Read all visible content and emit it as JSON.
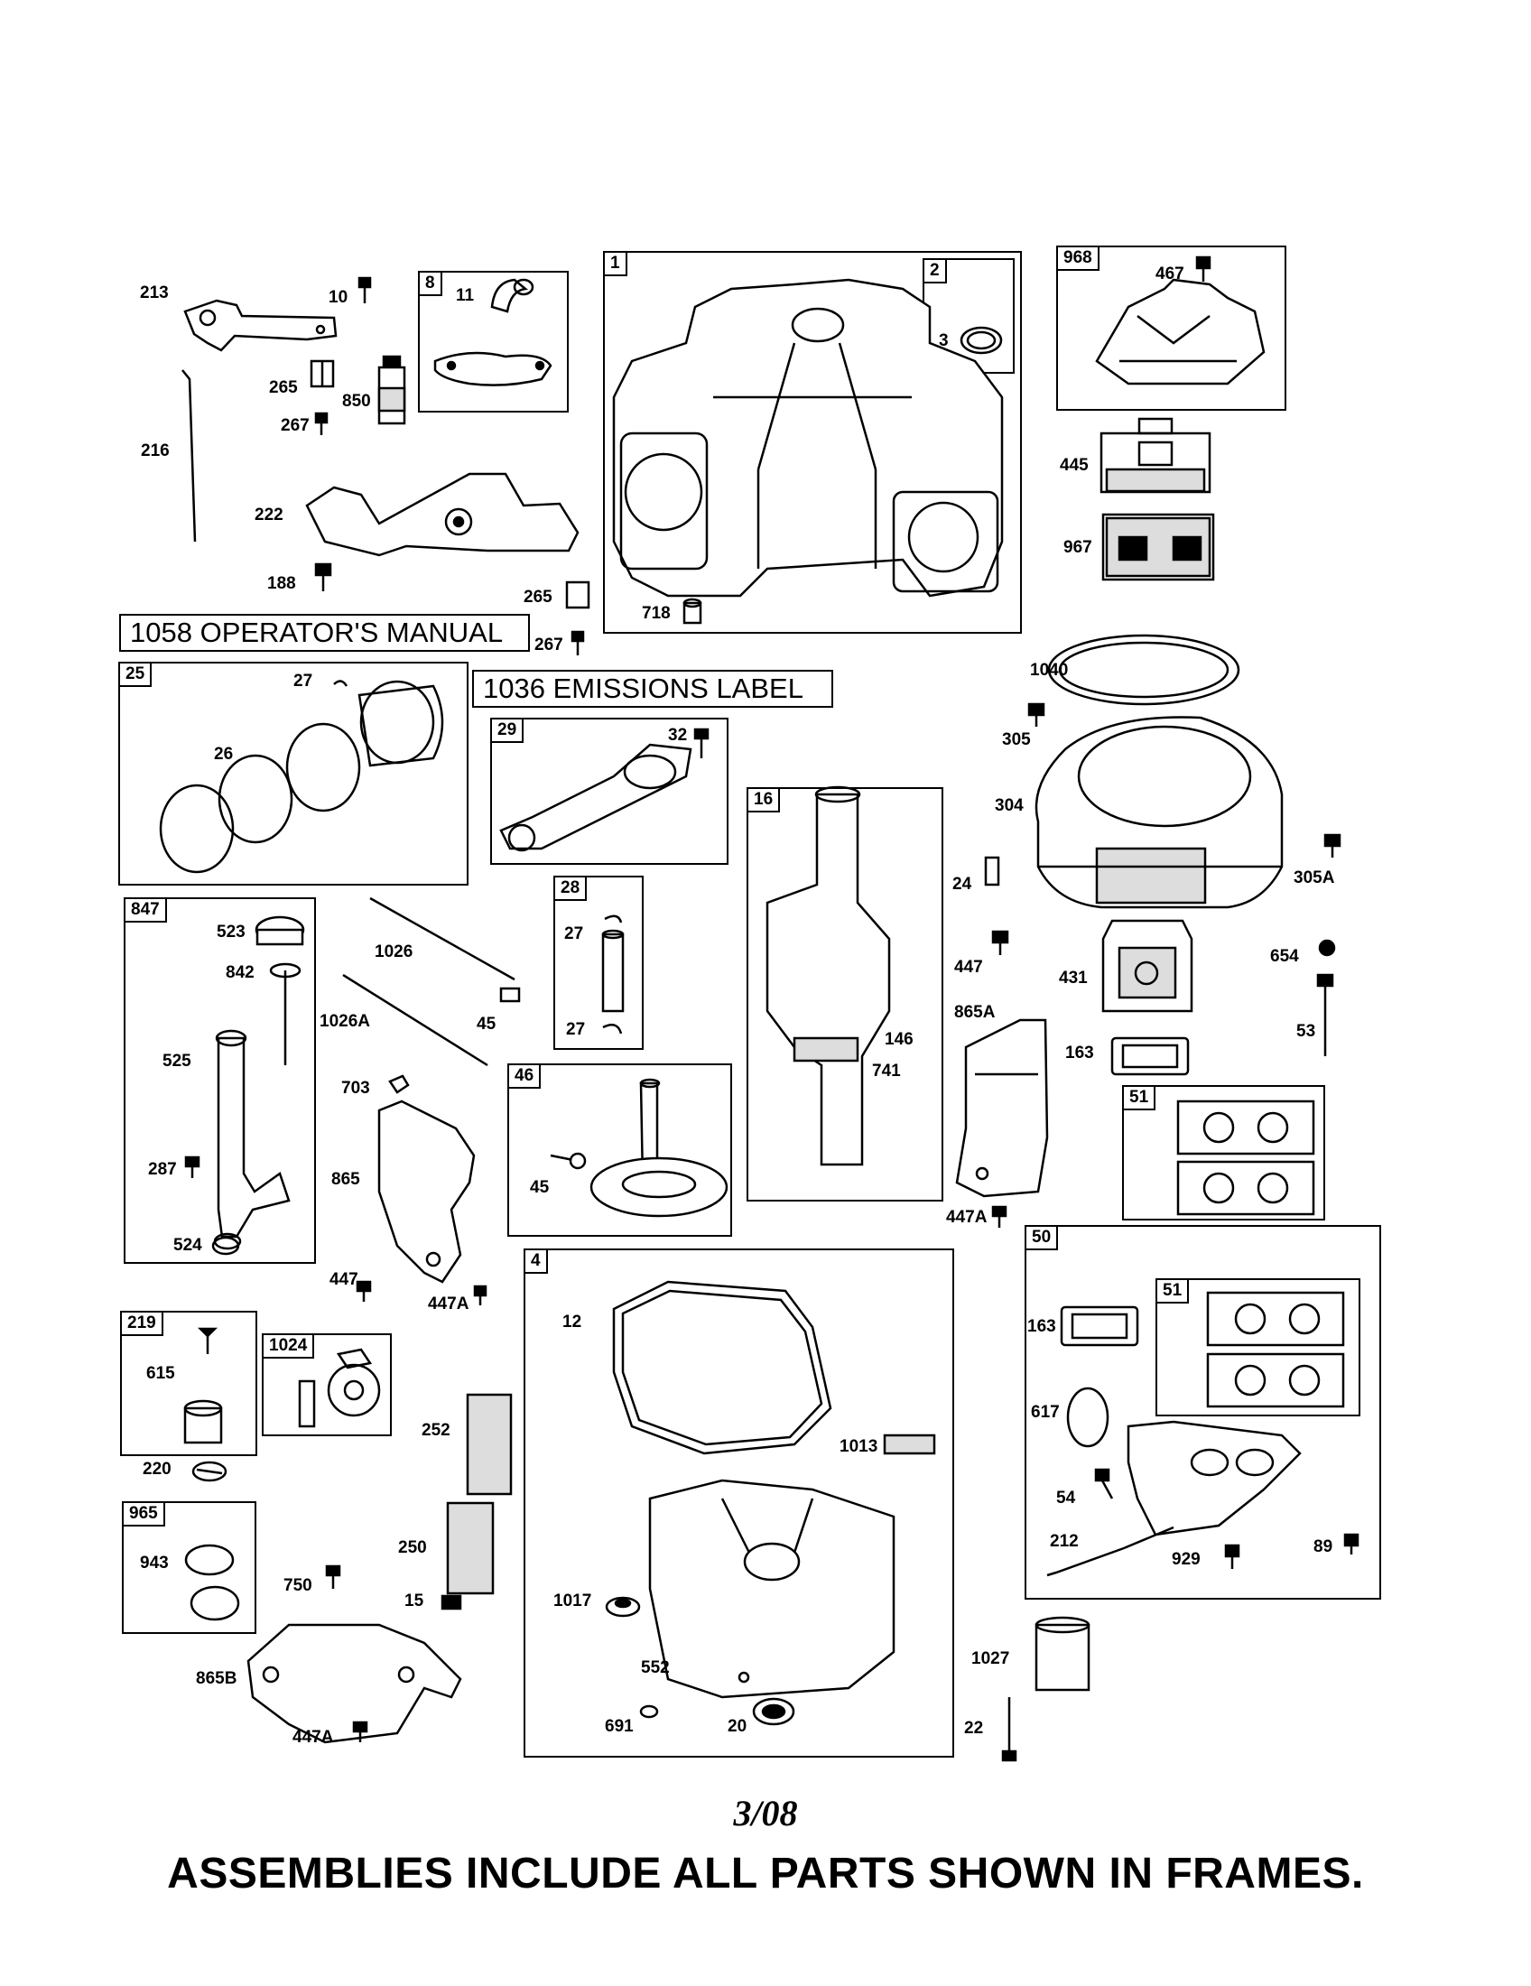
{
  "frames": {
    "f1": "1",
    "f2": "2",
    "f8": "8",
    "f968": "968",
    "f25": "25",
    "f29": "29",
    "f16": "16",
    "f847": "847",
    "f28": "28",
    "f46": "46",
    "f51a": "51",
    "f4": "4",
    "f50": "50",
    "f51b": "51",
    "f219": "219",
    "f1024": "1024",
    "f965": "965"
  },
  "labels": {
    "l10": "10",
    "l213": "213",
    "l11": "11",
    "l265a": "265",
    "l850": "850",
    "l267a": "267",
    "l216": "216",
    "l222": "222",
    "l188": "188",
    "l265b": "265",
    "l267b": "267",
    "l3": "3",
    "l718": "718",
    "l467": "467",
    "l445": "445",
    "l967": "967",
    "l27a": "27",
    "l26": "26",
    "l32": "32",
    "l1040": "1040",
    "l305": "305",
    "l304": "304",
    "l305A": "305A",
    "l24": "24",
    "l523": "523",
    "l842": "842",
    "l525": "525",
    "l287": "287",
    "l524": "524",
    "l1026": "1026",
    "l1026A": "1026A",
    "l45a": "45",
    "l27b": "27",
    "l27c": "27",
    "l146": "146",
    "l741": "741",
    "l447a": "447",
    "l865A": "865A",
    "l431": "431",
    "l654": "654",
    "l163a": "163",
    "l53": "53",
    "l703": "703",
    "l865": "865",
    "l45b": "45",
    "l447b": "447",
    "l447Aa": "447A",
    "l447Ab": "447A",
    "l615": "615",
    "l220": "220",
    "l252": "252",
    "l12": "12",
    "l1013": "1013",
    "l163b": "163",
    "l617": "617",
    "l54": "54",
    "l212": "212",
    "l929": "929",
    "l89": "89",
    "l943": "943",
    "l750": "750",
    "l250": "250",
    "l15": "15",
    "l1017": "1017",
    "l552": "552",
    "l691": "691",
    "l20": "20",
    "l1027": "1027",
    "l22": "22",
    "l865B": "865B",
    "l447Ac": "447A"
  },
  "manual_label": "1058 OPERATOR'S MANUAL",
  "emissions_label": "1036 EMISSIONS LABEL",
  "date": "3/08",
  "footer": "ASSEMBLIES INCLUDE ALL PARTS SHOWN IN FRAMES."
}
